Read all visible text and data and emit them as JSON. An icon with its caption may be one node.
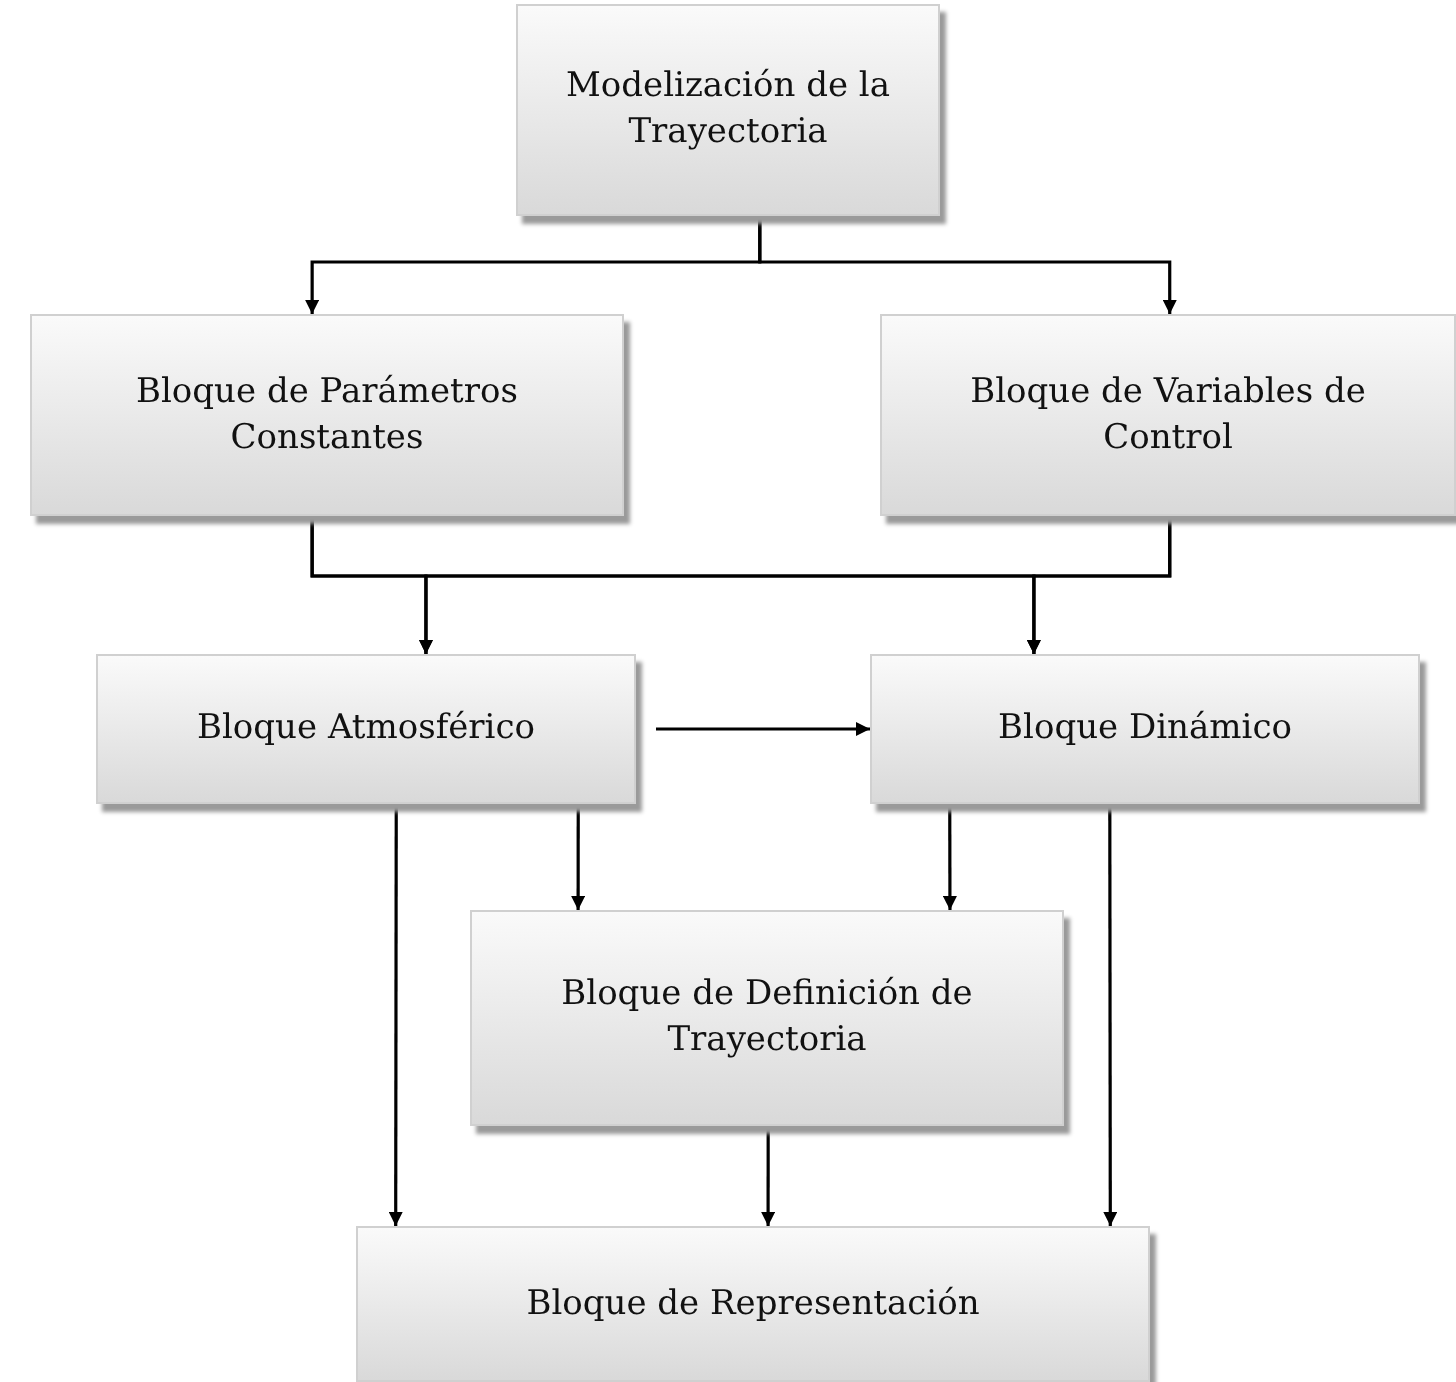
{
  "diagram": {
    "nodes": [
      {
        "text": [
          "Modelización de la Trayectoria"
        ]
      },
      {
        "text": [
          "Bloque de Parámetros Constantes"
        ]
      },
      {
        "text": [
          "Bloque de Variables de Control"
        ]
      },
      {
        "text": [
          "Bloque Atmosférico"
        ]
      },
      {
        "text": [
          "Bloque Dinámico"
        ]
      },
      {
        "text": [
          "Bloque de Definición de Trayectoria"
        ]
      },
      {
        "text": [
          "Bloque de Representación"
        ]
      }
    ],
    "edges": [
      {
        "from": 0,
        "to": 1,
        "arrow": "to"
      },
      {
        "from": 0,
        "to": 2,
        "arrow": "to"
      },
      {
        "from": 1,
        "to": 3,
        "arrow": "to"
      },
      {
        "from": 1,
        "to": 4,
        "arrow": "to"
      },
      {
        "from": 2,
        "to": 3,
        "arrow": "to"
      },
      {
        "from": 2,
        "to": 4,
        "arrow": "to"
      },
      {
        "from": 3,
        "to": 4,
        "arrow": "to"
      },
      {
        "from": 3,
        "to": 6,
        "arrow": "to"
      },
      {
        "from": 3,
        "to": 5,
        "arrow": "to"
      },
      {
        "from": 4,
        "to": 5,
        "arrow": "to"
      },
      {
        "from": 4,
        "to": 6,
        "arrow": "to"
      },
      {
        "from": 5,
        "to": 6,
        "arrow": "to"
      }
    ]
  }
}
